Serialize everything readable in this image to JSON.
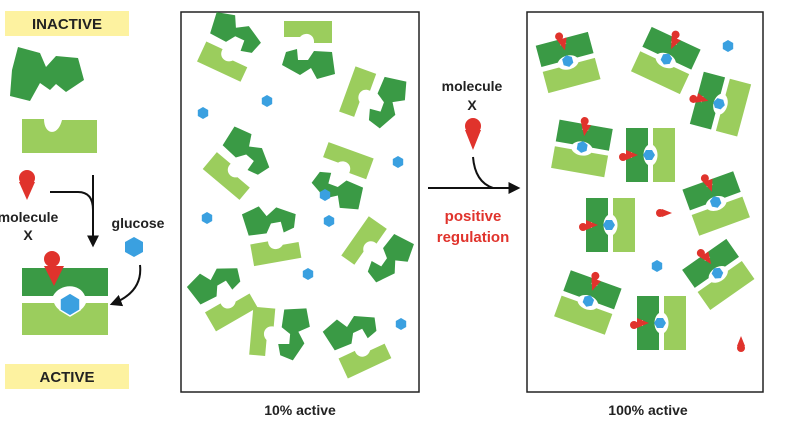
{
  "labels": {
    "inactive": "INACTIVE",
    "active": "ACTIVE",
    "molecule_left_line1": "molecule",
    "molecule_left_line2": "X",
    "glucose": "glucose",
    "molecule_mid_line1": "molecule",
    "molecule_mid_line2": "X",
    "positive_line1": "positive",
    "positive_line2": "regulation",
    "caption_left": "10% active",
    "caption_right": "100% active"
  },
  "colors": {
    "dark_green": "#3a9a45",
    "light_green": "#9bcd5d",
    "glucose_blue": "#3aa0e0",
    "molecule_red": "#e0332c",
    "label_highlight": "#fdf2a0",
    "regulation_red": "#e0332c"
  },
  "panels": {
    "left_panel": {
      "enzyme_count": 10,
      "glucose_count": 8,
      "active_enzymes": 1
    },
    "right_panel": {
      "enzyme_count": 10,
      "active_enzymes": 10
    }
  }
}
